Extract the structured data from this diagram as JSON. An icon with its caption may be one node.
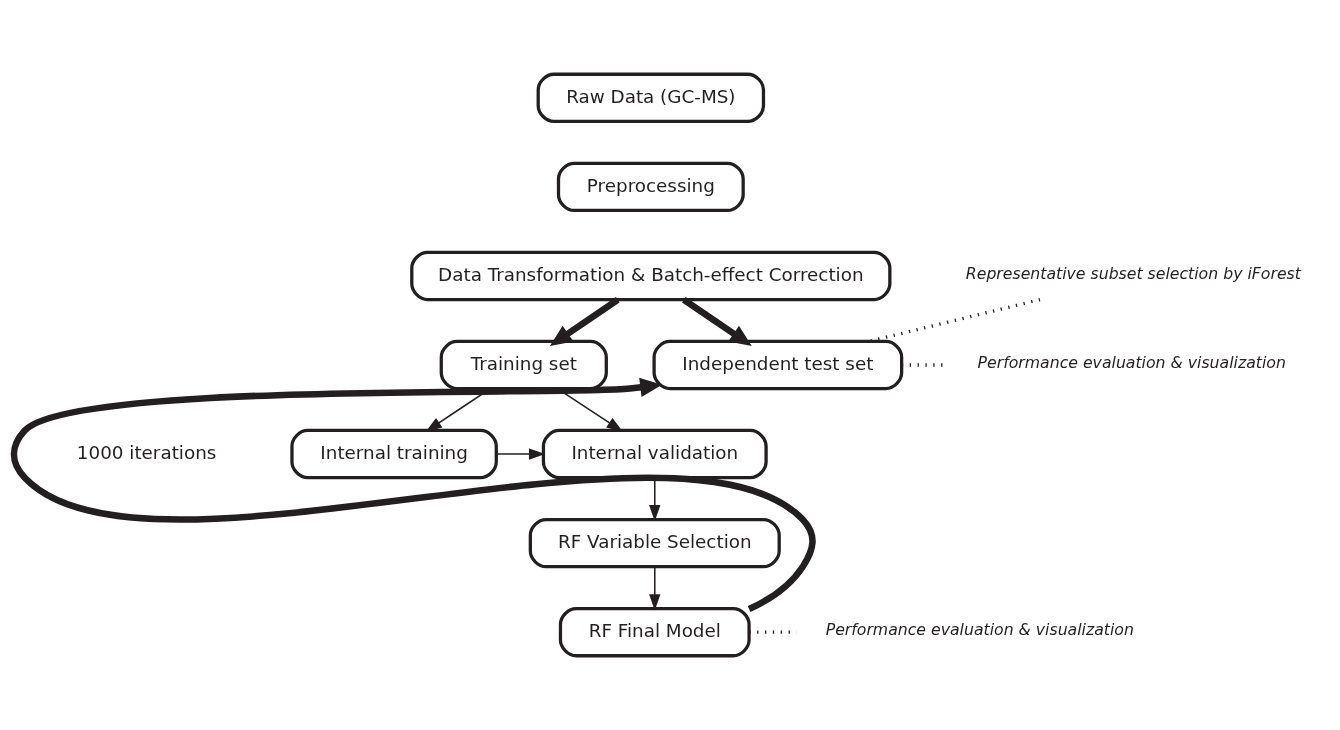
{
  "diagram": {
    "nodes": [
      {
        "text": [
          "Raw Data (GC-MS)"
        ]
      },
      {
        "text": [
          "Preprocessing"
        ]
      },
      {
        "text": [
          "Data Transformation & Batch-effect Correction"
        ]
      },
      {
        "text": [
          "Training set"
        ]
      },
      {
        "text": [
          "Independent test set"
        ]
      },
      {
        "text": [
          "Internal training"
        ]
      },
      {
        "text": [
          "Internal validation"
        ]
      },
      {
        "text": [
          "RF Variable Selection"
        ]
      },
      {
        "text": [
          "RF Final Model"
        ]
      },
      {
        "text": [
          "Representative subset selection by iForest"
        ]
      },
      {
        "text": [
          "Performance evaluation & visualization"
        ]
      },
      {
        "text": [
          "Performance evaluation & visualization"
        ]
      }
    ],
    "edges": [
      {
        "from": 2,
        "to": 3,
        "arrow": "to",
        "style": "thick"
      },
      {
        "from": 2,
        "to": 4,
        "arrow": "to",
        "style": "thick"
      },
      {
        "from": 9,
        "to": 4,
        "arrow": "none",
        "style": "dashed"
      },
      {
        "from": 3,
        "to": 5,
        "arrow": "to"
      },
      {
        "from": 3,
        "to": 6,
        "arrow": "to"
      },
      {
        "from": 4,
        "to": 10,
        "arrow": "none",
        "style": "dashed"
      },
      {
        "from": 5,
        "to": 6,
        "arrow": "to"
      },
      {
        "from": 6,
        "to": 7,
        "arrow": "to"
      },
      {
        "from": 7,
        "to": 8,
        "arrow": "to"
      },
      {
        "from": 8,
        "to": 4,
        "arrow": "to",
        "style": "thick"
      },
      {
        "from": 8,
        "to": 11,
        "arrow": "none",
        "style": "dashed"
      }
    ],
    "labels": [
      "1000 iterations"
    ]
  }
}
